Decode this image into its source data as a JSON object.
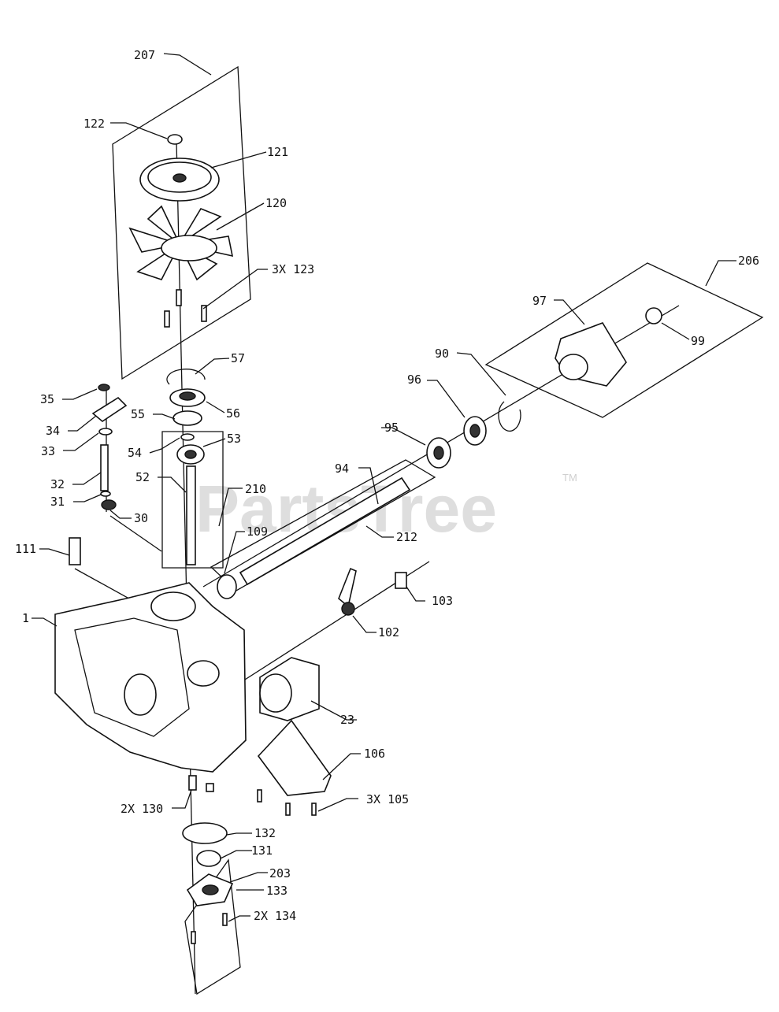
{
  "watermark": {
    "brand": "PartsTree",
    "trademark": "TM"
  },
  "callouts": {
    "c207": "207",
    "c122": "122",
    "c121": "121",
    "c120": "120",
    "c3x123": "3X 123",
    "c206": "206",
    "c97": "97",
    "c99": "99",
    "c90": "90",
    "c96": "96",
    "c57": "57",
    "c56": "56",
    "c55": "55",
    "c53": "53",
    "c54": "54",
    "c35": "35",
    "c34": "34",
    "c33": "33",
    "c32": "32",
    "c31": "31",
    "c30": "30",
    "c52": "52",
    "c210": "210",
    "c95": "95",
    "c94": "94",
    "c212": "212",
    "c109": "109",
    "c111": "111",
    "c1": "1",
    "c103": "103",
    "c102": "102",
    "c23": "23",
    "c106": "106",
    "c3x105": "3X 105",
    "c2x130": "2X 130",
    "c132": "132",
    "c131": "131",
    "c203": "203",
    "c133": "133",
    "c2x134": "2X 134"
  }
}
